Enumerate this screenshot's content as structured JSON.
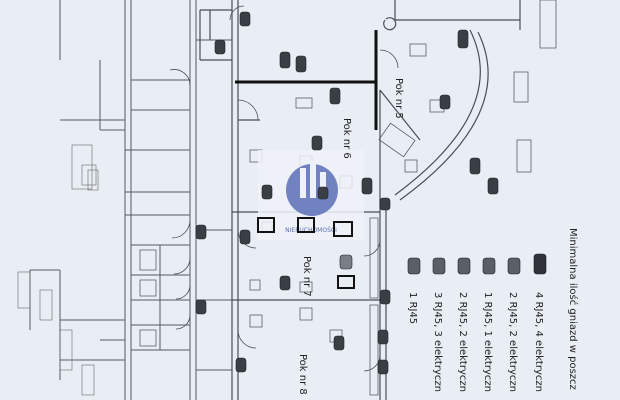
{
  "rooms": [
    {
      "label": "Pok nr 5"
    },
    {
      "label": "Pok nr 6"
    },
    {
      "label": "Pok nr 7"
    },
    {
      "label": "Pok nr 8"
    }
  ],
  "legend": {
    "heading": "Minimalna ilość gniazd w poszcz",
    "items": [
      {
        "text": "4 RJ45, 4 elektryczn"
      },
      {
        "text": "2 RJ45, 2 elektryczn"
      },
      {
        "text": "1 RJ45, 1 elektryczn"
      },
      {
        "text": "2 RJ45, 2 elektryczn"
      },
      {
        "text": "3 RJ45, 3 elektryczn"
      },
      {
        "text": "1 RJ45"
      }
    ]
  },
  "watermark": {
    "text": "NIERUCHOMOŚCI"
  },
  "colors": {
    "background": "#e9eef5",
    "lines": "#4a4e55",
    "thick_wall": "#111111",
    "watermark": "#5b6fb6"
  }
}
